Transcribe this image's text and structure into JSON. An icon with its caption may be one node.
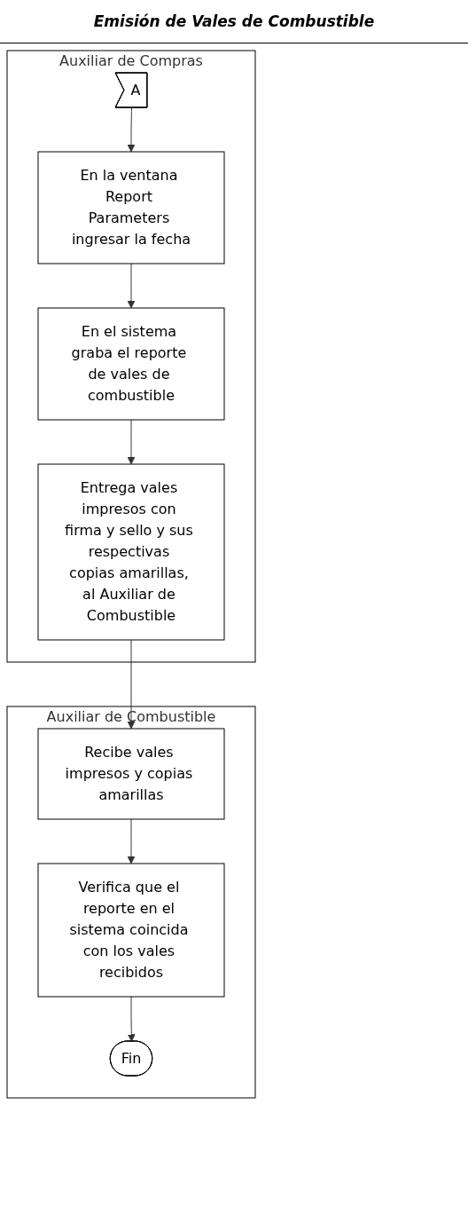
{
  "diagram": {
    "title": "Emisión de Vales de Combustible",
    "nodes": [
      {
        "text": [
          "Auxiliar de Compras"
        ]
      },
      {
        "text": [
          "Auxiliar de Combustible"
        ]
      },
      {
        "text": [
          "A"
        ],
        "in": 0
      },
      {
        "text": [
          "En la ventana Report Parameters ingresar la fecha"
        ],
        "in": 0
      },
      {
        "text": [
          "En el sistema graba el reporte de vales de combustible"
        ],
        "in": 0
      },
      {
        "text": [
          "Entrega vales impresos con firma y sello y sus respectivas copias amarillas, al Auxiliar de Combustible"
        ],
        "in": 0
      },
      {
        "text": [
          "Recibe vales impresos y copias amarillas"
        ],
        "in": 1
      },
      {
        "text": [
          "Verifica que el reporte en el sistema coincida con los vales recibidos"
        ],
        "in": 1
      },
      {
        "text": [
          "Fin"
        ],
        "in": 1
      }
    ],
    "edges": [
      {
        "from": 2,
        "to": 3,
        "arrow": "to"
      },
      {
        "from": 3,
        "to": 4,
        "arrow": "to"
      },
      {
        "from": 4,
        "to": 5,
        "arrow": "to"
      },
      {
        "from": 5,
        "to": 6,
        "arrow": "to"
      },
      {
        "from": 6,
        "to": 7,
        "arrow": "to"
      },
      {
        "from": 7,
        "to": 8,
        "arrow": "to"
      }
    ]
  }
}
